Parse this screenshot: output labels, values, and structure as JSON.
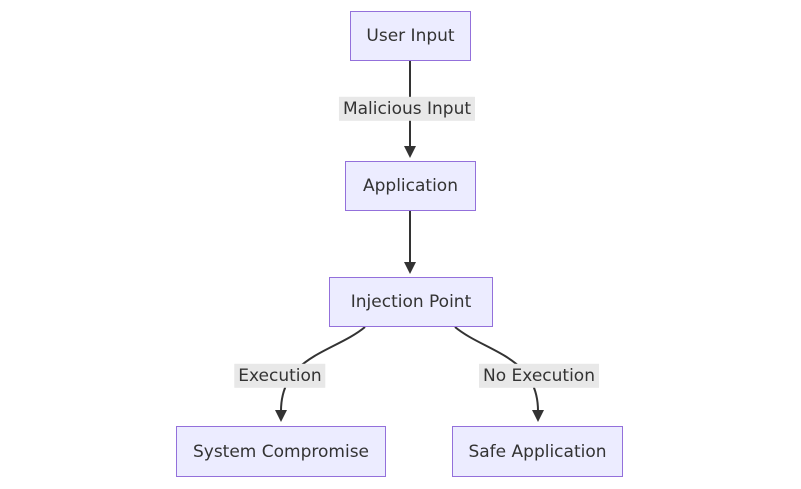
{
  "diagram": {
    "type": "flowchart-top-down",
    "colors": {
      "background": "#ffffff",
      "node_fill": "#ECECFF",
      "node_border": "#9370DB",
      "node_text": "#333333",
      "edge_stroke": "#333333",
      "edge_label_bg": "#e8e8e8",
      "edge_label_text": "#333333"
    },
    "nodes": [
      {
        "id": "A",
        "label": "User Input"
      },
      {
        "id": "B",
        "label": "Application"
      },
      {
        "id": "C",
        "label": "Injection Point"
      },
      {
        "id": "D",
        "label": "System Compromise"
      },
      {
        "id": "E",
        "label": "Safe Application"
      }
    ],
    "edges": [
      {
        "from": "User Input",
        "to": "Application",
        "label": "Malicious Input"
      },
      {
        "from": "Application",
        "to": "Injection Point",
        "label": ""
      },
      {
        "from": "Injection Point",
        "to": "System Compromise",
        "label": "Execution"
      },
      {
        "from": "Injection Point",
        "to": "Safe Application",
        "label": "No Execution"
      }
    ]
  }
}
